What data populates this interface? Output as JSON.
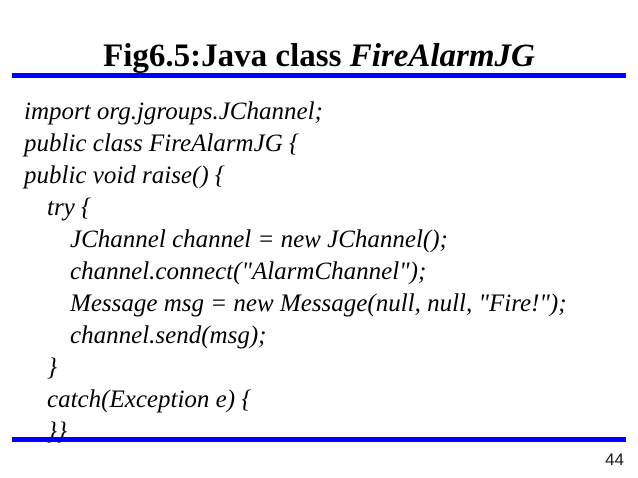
{
  "slide": {
    "title": {
      "plain_part": "Fig6.5:Java class ",
      "italic_part": "FireAlarmJG"
    },
    "accent_color": "#0000ff",
    "background_color": "#ffffff",
    "text_color": "#000000",
    "rules": {
      "top_label": "top-divider",
      "bottom_label": "bottom-divider"
    },
    "code_lines": [
      {
        "indent": 0,
        "text": "import org.jgroups.JChannel;"
      },
      {
        "indent": 0,
        "text": "public class FireAlarmJG {"
      },
      {
        "indent": 0,
        "text": "public void raise() {"
      },
      {
        "indent": 1,
        "text": "try {"
      },
      {
        "indent": 2,
        "text": "JChannel channel = new JChannel();"
      },
      {
        "indent": 2,
        "text": "channel.connect(\"AlarmChannel\");"
      },
      {
        "indent": 2,
        "text": "Message msg = new Message(null, null, \"Fire!\");"
      },
      {
        "indent": 2,
        "text": "channel.send(msg);"
      },
      {
        "indent": 1,
        "text": "}"
      },
      {
        "indent": 1,
        "text": "catch(Exception e) {"
      },
      {
        "indent": 1,
        "text": "}}"
      }
    ],
    "page_number": "44"
  }
}
